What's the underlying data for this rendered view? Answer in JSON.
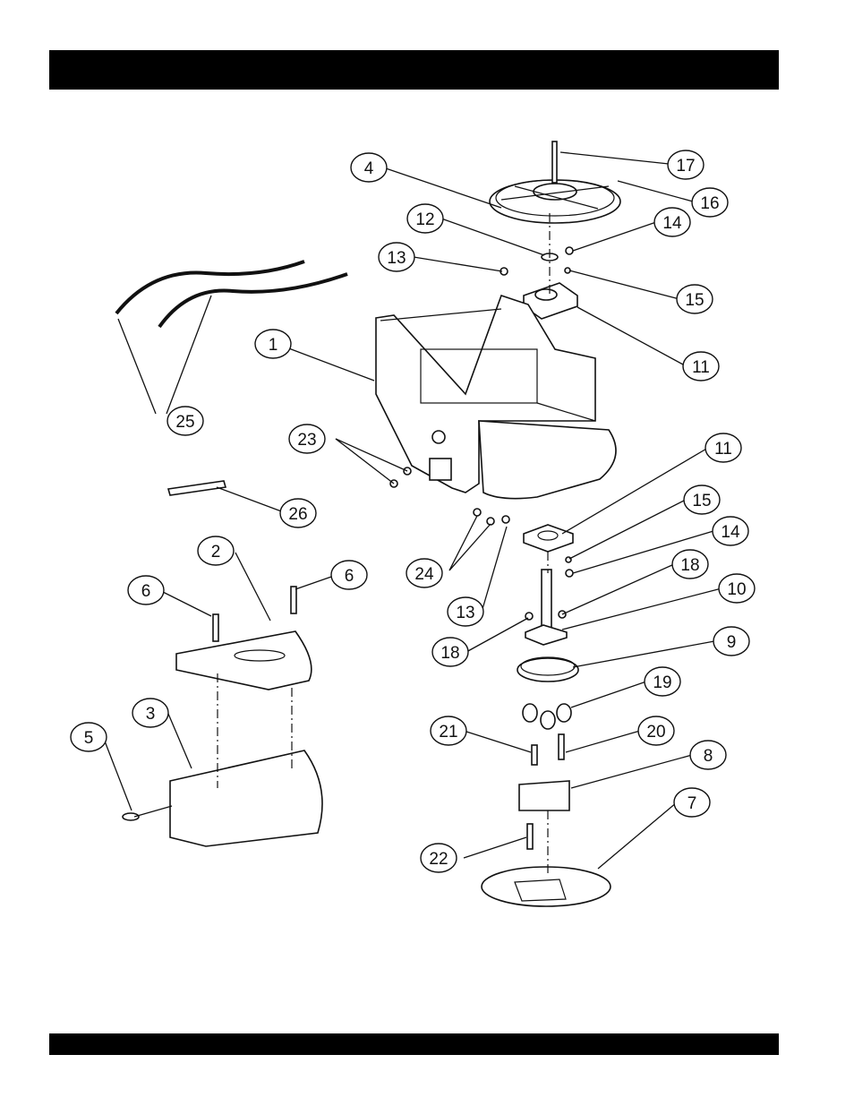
{
  "header": {
    "title": ""
  },
  "footer": {
    "text": ""
  },
  "callouts": [
    {
      "label": "1"
    },
    {
      "label": "2"
    },
    {
      "label": "3"
    },
    {
      "label": "4"
    },
    {
      "label": "5"
    },
    {
      "label": "6"
    },
    {
      "label": "6"
    },
    {
      "label": "7"
    },
    {
      "label": "8"
    },
    {
      "label": "9"
    },
    {
      "label": "10"
    },
    {
      "label": "11"
    },
    {
      "label": "11"
    },
    {
      "label": "12"
    },
    {
      "label": "13"
    },
    {
      "label": "13"
    },
    {
      "label": "14"
    },
    {
      "label": "14"
    },
    {
      "label": "15"
    },
    {
      "label": "15"
    },
    {
      "label": "16"
    },
    {
      "label": "17"
    },
    {
      "label": "18"
    },
    {
      "label": "18"
    },
    {
      "label": "19"
    },
    {
      "label": "20"
    },
    {
      "label": "21"
    },
    {
      "label": "22"
    },
    {
      "label": "23"
    },
    {
      "label": "24"
    },
    {
      "label": "25"
    },
    {
      "label": "26"
    }
  ]
}
